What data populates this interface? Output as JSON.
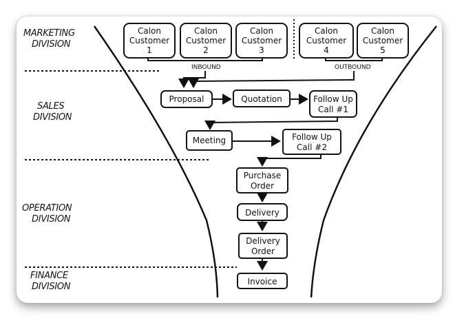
{
  "title": "Sales Funnel Process",
  "divisions": [
    {
      "id": "marketing",
      "line1": "MARKETING",
      "line2": "DIVISION"
    },
    {
      "id": "sales",
      "line1": "SALES",
      "line2": "DIVISION"
    },
    {
      "id": "operation",
      "line1": "OPERATION",
      "line2": "DIVISION"
    },
    {
      "id": "finance",
      "line1": "FINANCE",
      "line2": "DIVISION"
    }
  ],
  "customers": [
    {
      "line1": "Calon",
      "line2": "Customer",
      "line3": "1"
    },
    {
      "line1": "Calon",
      "line2": "Customer",
      "line3": "2"
    },
    {
      "line1": "Calon",
      "line2": "Customer",
      "line3": "3"
    },
    {
      "line1": "Calon",
      "line2": "Customer",
      "line3": "4"
    },
    {
      "line1": "Calon",
      "line2": "Customer",
      "line3": "5"
    }
  ],
  "channels": {
    "inbound": "INBOUND",
    "outbound": "OUTBOUND"
  },
  "steps": {
    "proposal": "Proposal",
    "quotation": "Quotation",
    "followup1": {
      "line1": "Follow Up",
      "line2": "Call #1"
    },
    "meeting": "Meeting",
    "followup2": {
      "line1": "Follow Up",
      "line2": "Call #2"
    },
    "purchase_order": {
      "line1": "Purchase",
      "line2": "Order"
    },
    "delivery": "Delivery",
    "delivery_order": {
      "line1": "Delivery",
      "line2": "Order"
    },
    "invoice": "Invoice"
  }
}
